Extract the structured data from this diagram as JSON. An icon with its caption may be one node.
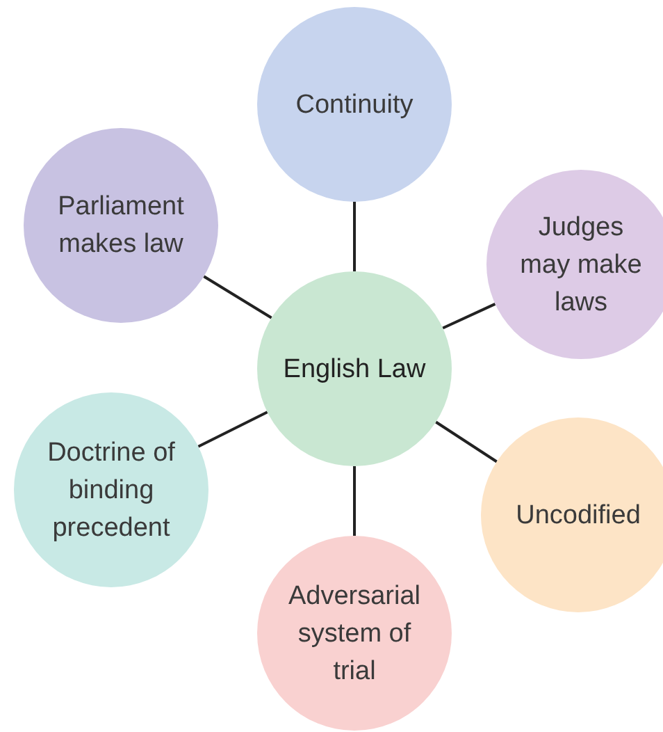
{
  "diagram": {
    "nodes": [
      {
        "text": [
          "Continuity"
        ]
      },
      {
        "text": [
          "Parliament makes law"
        ]
      },
      {
        "text": [
          "Judges may make laws"
        ]
      },
      {
        "text": [
          "English Law"
        ]
      },
      {
        "text": [
          "Doctrine of binding precedent"
        ]
      },
      {
        "text": [
          "Uncodified"
        ]
      },
      {
        "text": [
          "Adversarial system of trial"
        ]
      }
    ],
    "edges": [
      {
        "from": 3,
        "to": 0,
        "arrow": "none"
      },
      {
        "from": 3,
        "to": 1,
        "arrow": "none"
      },
      {
        "from": 3,
        "to": 2,
        "arrow": "none"
      },
      {
        "from": 3,
        "to": 4,
        "arrow": "none"
      },
      {
        "from": 3,
        "to": 5,
        "arrow": "none"
      },
      {
        "from": 3,
        "to": 6,
        "arrow": "none"
      }
    ]
  }
}
